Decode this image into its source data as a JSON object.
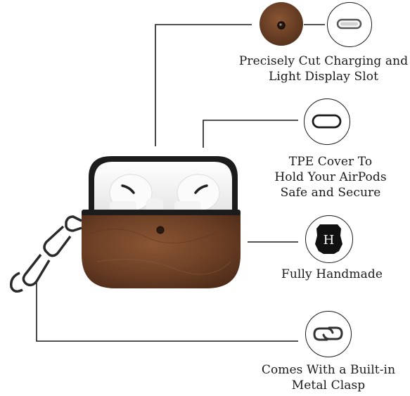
{
  "features": [
    {
      "id": "charging-slot",
      "lines": [
        "Precisely Cut Charging and",
        "Light Display Slot"
      ],
      "icons": [
        "leather-slot-closeup-icon",
        "charging-port-icon"
      ]
    },
    {
      "id": "tpe-cover",
      "lines": [
        "TPE Cover To",
        "Hold Your AirPods",
        "Safe and Secure"
      ],
      "icons": [
        "tpe-ring-icon"
      ]
    },
    {
      "id": "handmade",
      "lines": [
        "Fully Handmade"
      ],
      "icons": [
        "handmade-leather-badge-icon"
      ],
      "badge_letter": "H"
    },
    {
      "id": "clasp",
      "lines": [
        "Comes With a Built-in",
        "Metal Clasp"
      ],
      "icons": [
        "carabiner-clasp-icon"
      ]
    }
  ],
  "colors": {
    "leather": "#6e4126",
    "leather_dark": "#4f2c19",
    "leather_light": "#8a5533",
    "tpe_black": "#1c1c1c",
    "line": "#1a1a1a"
  }
}
